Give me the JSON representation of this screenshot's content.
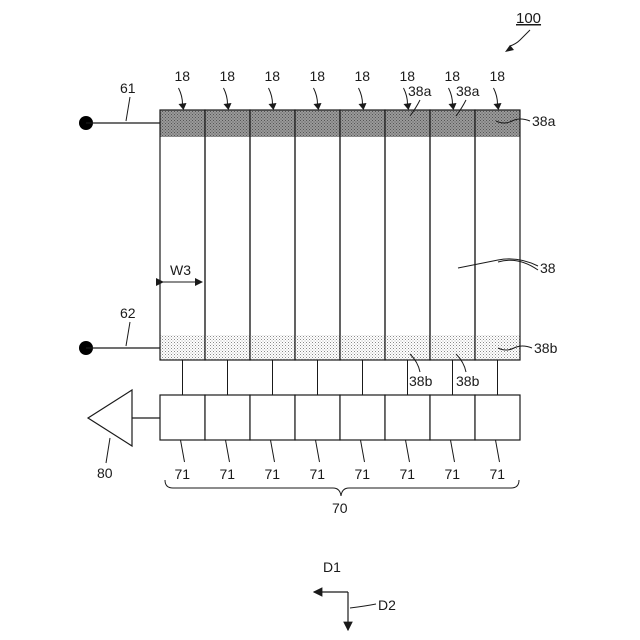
{
  "figure_label": "100",
  "terminals": {
    "top": "61",
    "bottom": "62"
  },
  "width_label": "W3",
  "strip_labels": [
    "18",
    "18",
    "18",
    "18",
    "18",
    "18",
    "18",
    "18"
  ],
  "electrode_top_labels": [
    "38a",
    "38a",
    "38a"
  ],
  "electrode_bottom_labels": [
    "38b",
    "38b",
    "38b"
  ],
  "element_label": "38",
  "amplifier_label": "80",
  "readout_cells": [
    "71",
    "71",
    "71",
    "71",
    "71",
    "71",
    "71",
    "71"
  ],
  "readout_group_label": "70",
  "directions": {
    "d1": "D1",
    "d2": "D2"
  }
}
